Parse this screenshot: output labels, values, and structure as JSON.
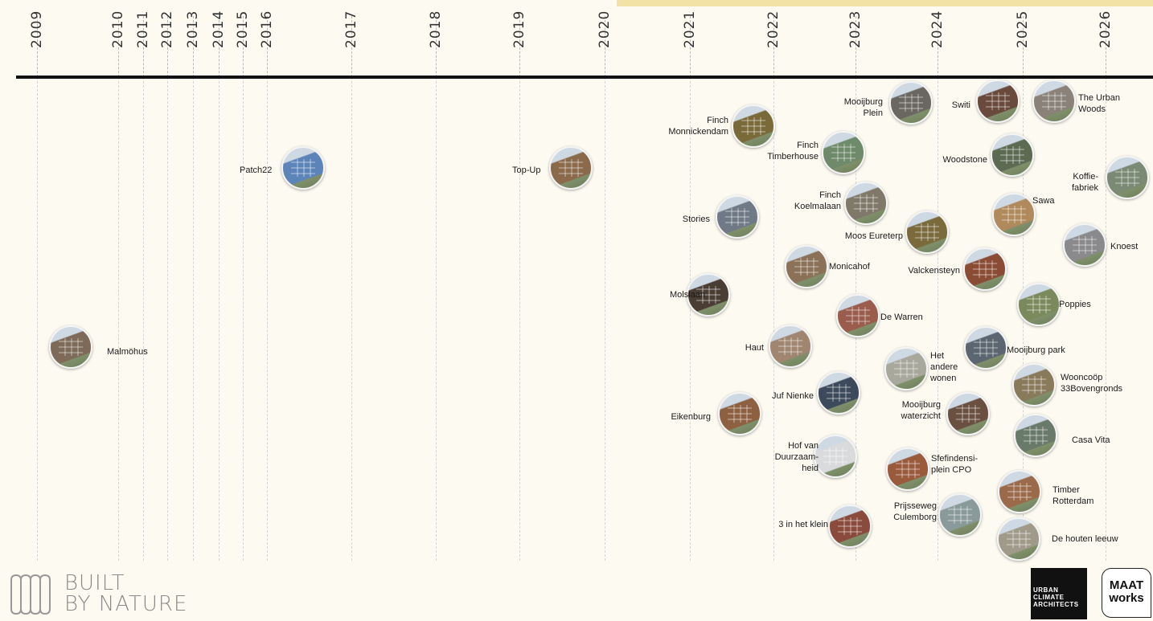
{
  "timeline": {
    "years": [
      "2009",
      "2010",
      "2011",
      "2012",
      "2013",
      "2014",
      "2015",
      "2016",
      "2017",
      "2018",
      "2019",
      "2020",
      "2021",
      "2022",
      "2023",
      "2024",
      "2025",
      "2026"
    ],
    "projects": [
      {
        "name": "Malmöhus",
        "label": "Malmöhus",
        "color": "#7d6a58",
        "icon": "building-photo"
      },
      {
        "name": "Patch22",
        "label": "Patch22",
        "color": "#5d84b8",
        "icon": "building-photo"
      },
      {
        "name": "Top-Up",
        "label": "Top-Up",
        "color": "#8a6a4a",
        "icon": "building-photo"
      },
      {
        "name": "Finch Monnickendam",
        "label": "Finch\nMonnickendam",
        "color": "#7a6a3a",
        "icon": "building-photo"
      },
      {
        "name": "Stories",
        "label": "Stories",
        "color": "#6f7a86",
        "icon": "building-photo"
      },
      {
        "name": "Molslaan",
        "label": "Molslaan",
        "color": "#4a3d34",
        "icon": "building-photo"
      },
      {
        "name": "Eikenburg",
        "label": "Eikenburg",
        "color": "#8c6040",
        "icon": "building-photo"
      },
      {
        "name": "Finch Timberhouse",
        "label": "Finch\nTimberhouse",
        "color": "#6f8a6a",
        "icon": "building-photo"
      },
      {
        "name": "Finch Koelmalaan",
        "label": "Finch\nKoelmalaan",
        "color": "#807868",
        "icon": "building-photo"
      },
      {
        "name": "Monicahof",
        "label": "Monicahof",
        "color": "#8a7158",
        "icon": "building-photo"
      },
      {
        "name": "De Warren",
        "label": "De Warren",
        "color": "#9a5c4c",
        "icon": "building-photo"
      },
      {
        "name": "Haut",
        "label": "Haut",
        "color": "#a08570",
        "icon": "building-photo"
      },
      {
        "name": "Juf Nienke",
        "label": "Juf Nienke",
        "color": "#3c4a5c",
        "icon": "building-photo"
      },
      {
        "name": "Hof van Duurzaamheid",
        "label": "Hof van\nDuurzaam-\nheid",
        "color": "#d8dadc",
        "icon": "building-photo"
      },
      {
        "name": "3 in het klein",
        "label": "3 in het klein",
        "color": "#8a4a3c",
        "icon": "building-photo"
      },
      {
        "name": "Mooijburg Plein",
        "label": "Mooijburg\nPlein",
        "color": "#6a6660",
        "icon": "building-photo"
      },
      {
        "name": "Moos Eureterp",
        "label": "Moos Eureterp",
        "color": "#7a6a3c",
        "icon": "building-photo"
      },
      {
        "name": "Het andere wonen",
        "label": "Het\nandere\nwonen",
        "color": "#a8a89c",
        "icon": "building-photo"
      },
      {
        "name": "Mooijburg waterzicht",
        "label": "Mooijburg\nwaterzicht",
        "color": "#6a5040",
        "icon": "building-photo"
      },
      {
        "name": "Sfefindensi-plein CPO",
        "label": "Sfefindensi-\nplein CPO",
        "color": "#9a5a3c",
        "icon": "building-photo"
      },
      {
        "name": "Prijsseweg Culemborg",
        "label": "Prijsseweg\nCulemborg",
        "color": "#8a9a9a",
        "icon": "building-photo"
      },
      {
        "name": "Switi",
        "label": "Switi",
        "color": "#6a4a3c",
        "icon": "building-photo"
      },
      {
        "name": "Woodstone",
        "label": "Woodstone",
        "color": "#5c6a52",
        "icon": "building-photo"
      },
      {
        "name": "Sawa",
        "label": "Sawa",
        "color": "#b08a5c",
        "icon": "building-photo"
      },
      {
        "name": "Valckensteyn",
        "label": "Valckensteyn",
        "color": "#8a4c34",
        "icon": "building-photo"
      },
      {
        "name": "Mooijburg park",
        "label": "Mooijburg park",
        "color": "#5c6670",
        "icon": "building-photo"
      },
      {
        "name": "The Urban Woods",
        "label": "The Urban\nWoods",
        "color": "#8a8278",
        "icon": "building-photo"
      },
      {
        "name": "Koffiefabriek",
        "label": "Koffie-\nfabriek",
        "color": "#7a8a74",
        "icon": "building-photo"
      },
      {
        "name": "Knoest",
        "label": "Knoest",
        "color": "#8a8a8c",
        "icon": "building-photo"
      },
      {
        "name": "Poppies",
        "label": "Poppies",
        "color": "#7a8a5c",
        "icon": "building-photo"
      },
      {
        "name": "Wooncoop 33Bovengronds",
        "label": "Wooncoöp\n33Bovengronds",
        "color": "#8a7a5c",
        "icon": "building-photo"
      },
      {
        "name": "Casa Vita",
        "label": "Casa Vita",
        "color": "#6a7a6a",
        "icon": "building-photo"
      },
      {
        "name": "Timber Rotterdam",
        "label": "Timber\nRotterdam",
        "color": "#9a6a4a",
        "icon": "building-photo"
      },
      {
        "name": "De houten leeuw",
        "label": "De houten leeuw",
        "color": "#a09a8a",
        "icon": "building-photo"
      }
    ]
  },
  "logos": {
    "left": {
      "line1": "BUILT",
      "line2": "BY NATURE"
    },
    "uca": {
      "line1": "URBAN",
      "line2": "CLIMATE",
      "line3": "ARCHITECTS"
    },
    "maat": {
      "line1": "MAAT",
      "line2": "works"
    }
  }
}
